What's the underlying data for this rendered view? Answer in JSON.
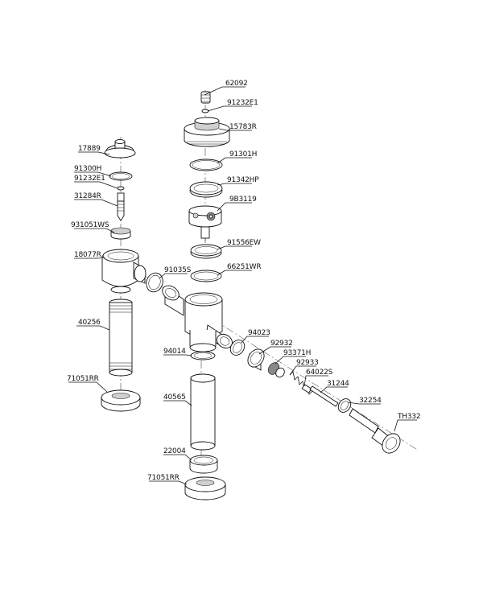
{
  "diagram": {
    "parts": [
      {
        "id": "p-62092",
        "label": "62092"
      },
      {
        "id": "p-91232e1-right",
        "label": "91232E1"
      },
      {
        "id": "p-15783r",
        "label": "15783R"
      },
      {
        "id": "p-91301h",
        "label": "91301H"
      },
      {
        "id": "p-91342hp",
        "label": "91342HP"
      },
      {
        "id": "p-9b3119",
        "label": "9B3119"
      },
      {
        "id": "p-91556ew",
        "label": "91556EW"
      },
      {
        "id": "p-66251wr",
        "label": "66251WR"
      },
      {
        "id": "p-17889",
        "label": "17889"
      },
      {
        "id": "p-91300h",
        "label": "91300H"
      },
      {
        "id": "p-91232e1-left",
        "label": "91232E1"
      },
      {
        "id": "p-31284r",
        "label": "31284R"
      },
      {
        "id": "p-931051ws",
        "label": "931051WS"
      },
      {
        "id": "p-18077r",
        "label": "18077R"
      },
      {
        "id": "p-91035s",
        "label": "91035S"
      },
      {
        "id": "p-40256",
        "label": "40256"
      },
      {
        "id": "p-71051rr-left",
        "label": "71051RR"
      },
      {
        "id": "p-94023",
        "label": "94023"
      },
      {
        "id": "p-92932",
        "label": "92932"
      },
      {
        "id": "p-93371h",
        "label": "93371H"
      },
      {
        "id": "p-92933",
        "label": "92933"
      },
      {
        "id": "p-64022s",
        "label": "64022S"
      },
      {
        "id": "p-31244",
        "label": "31244"
      },
      {
        "id": "p-32254",
        "label": "32254"
      },
      {
        "id": "p-th332",
        "label": "TH332"
      },
      {
        "id": "p-94014",
        "label": "94014"
      },
      {
        "id": "p-40565",
        "label": "40565"
      },
      {
        "id": "p-22004",
        "label": "22004"
      },
      {
        "id": "p-71051rr-bottom",
        "label": "71051RR"
      }
    ]
  }
}
